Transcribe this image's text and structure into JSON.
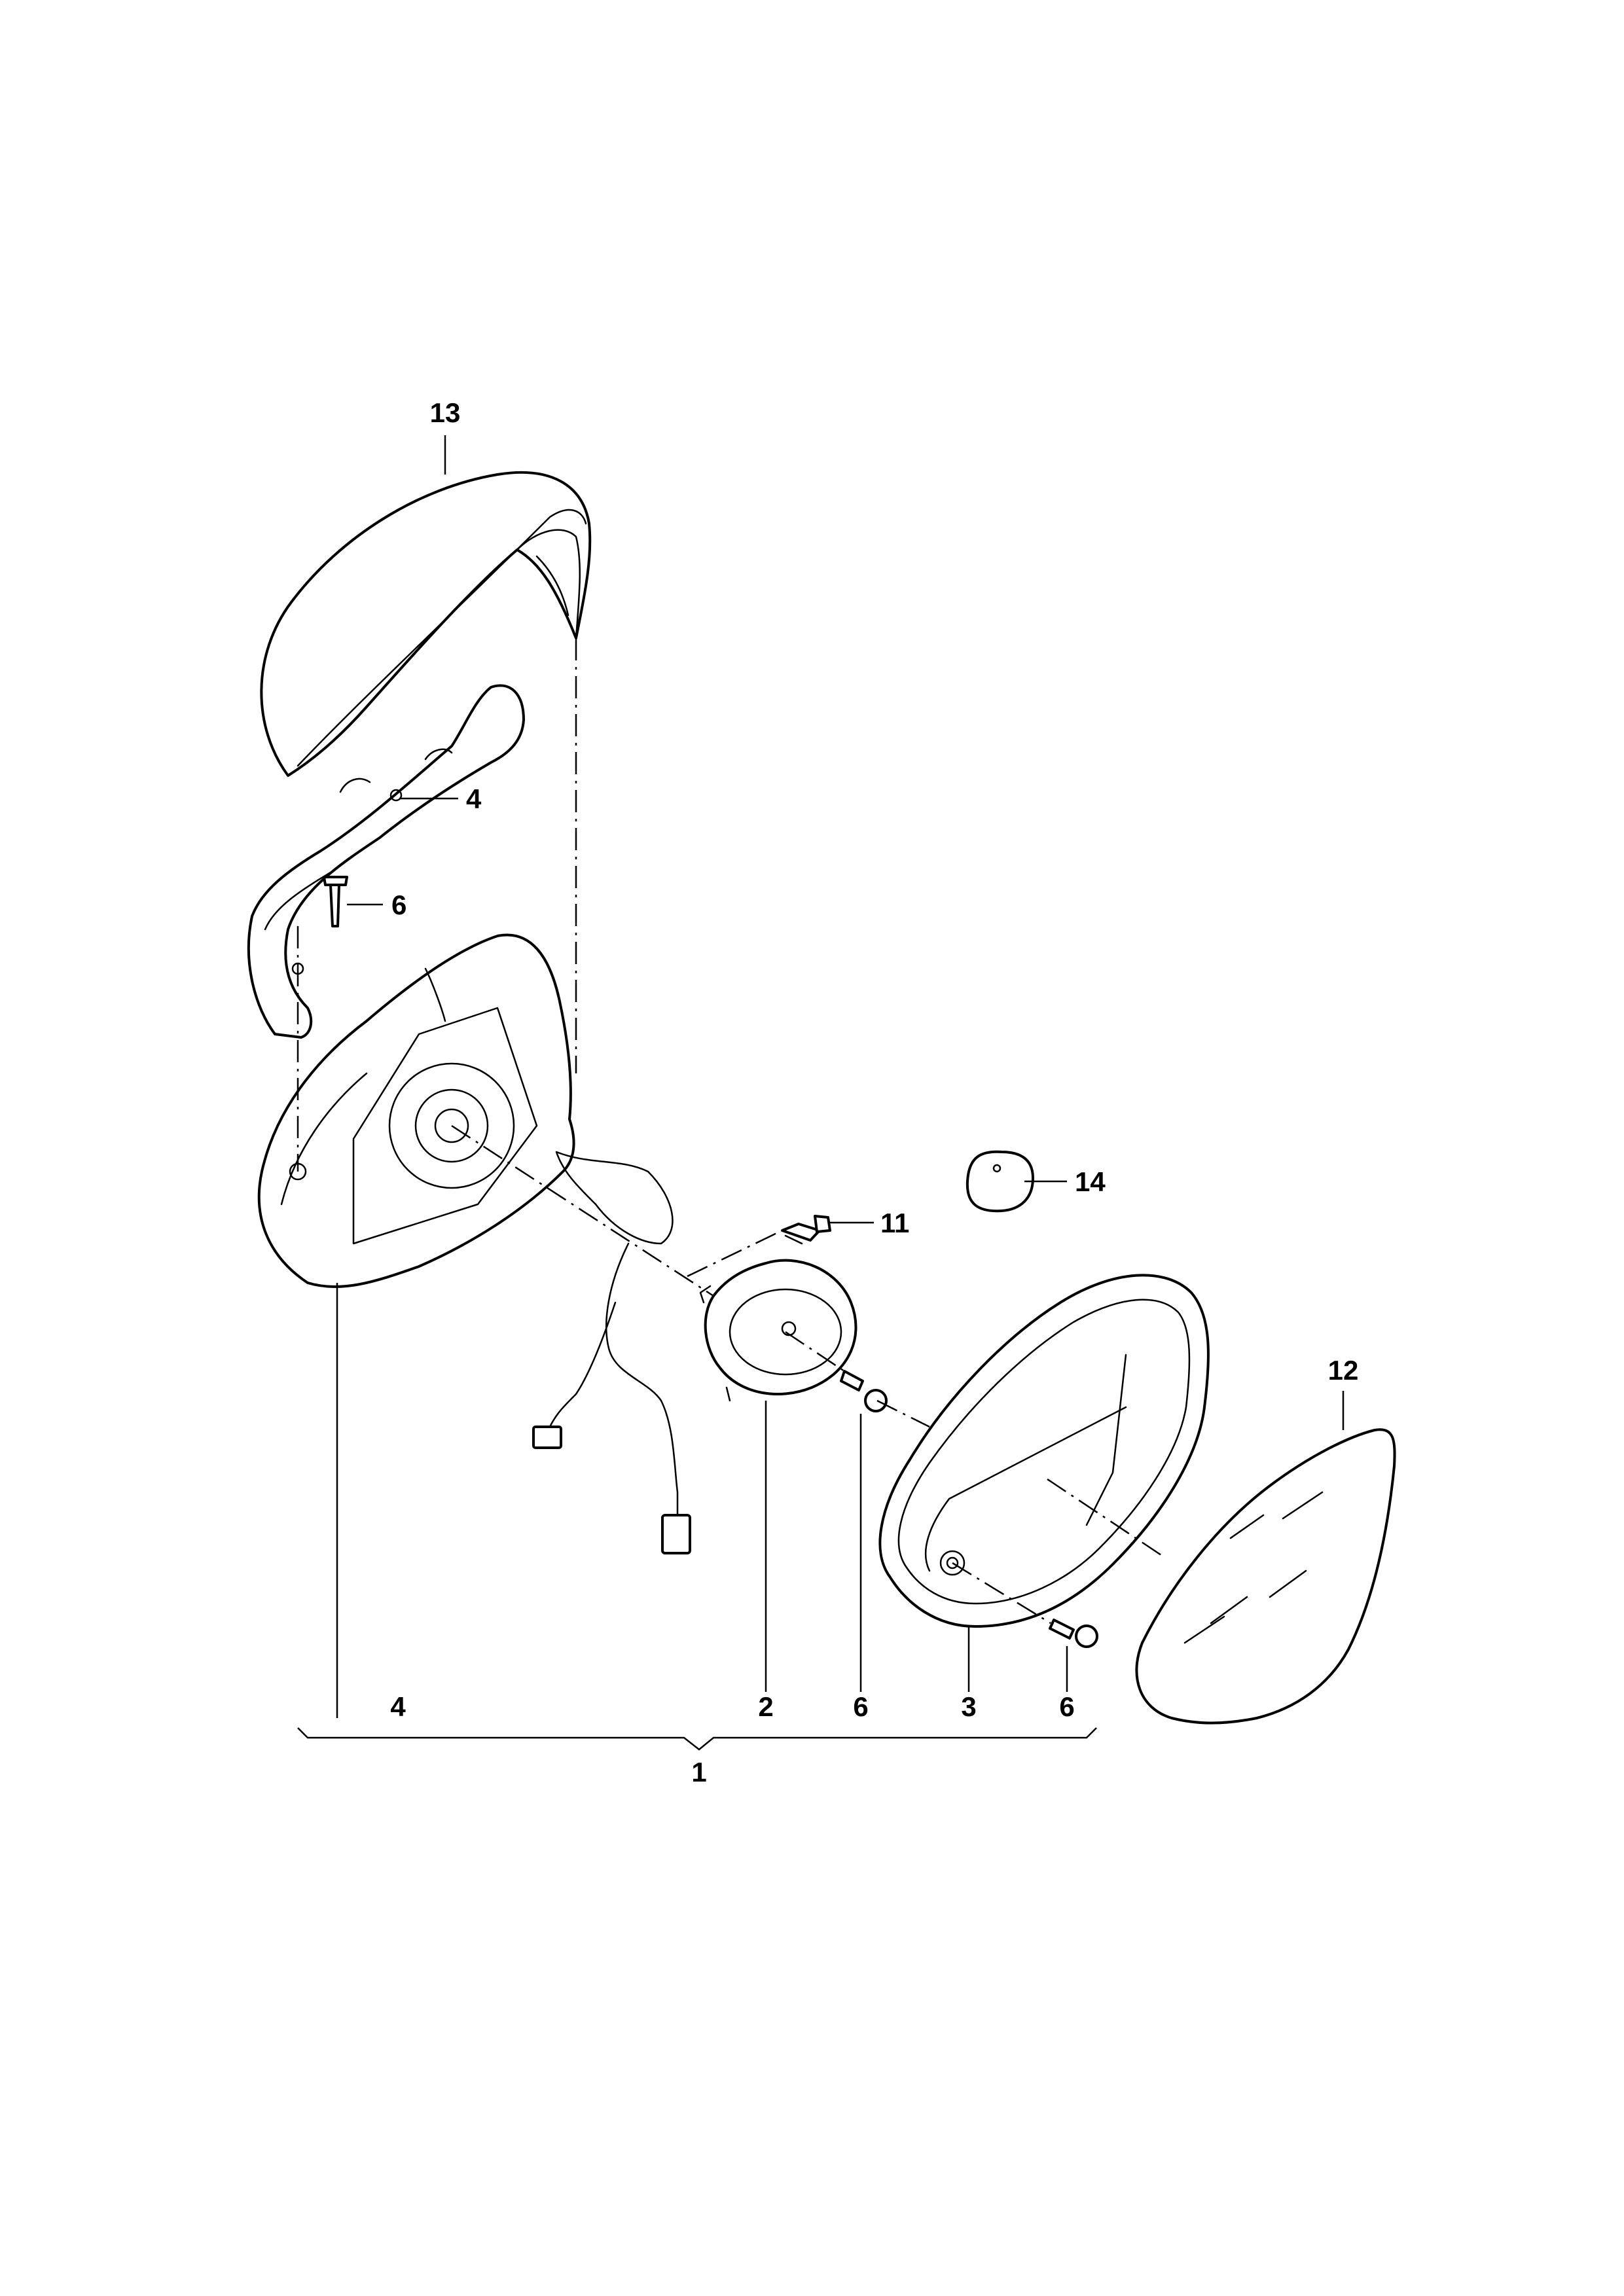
{
  "diagram": {
    "callouts": {
      "c13": "13",
      "c4_trim": "4",
      "c6_trim": "6",
      "c11": "11",
      "c14": "14",
      "c12": "12",
      "c4_bottom": "4",
      "c2": "2",
      "c6_mid": "6",
      "c3": "3",
      "c6_right": "6",
      "c1": "1"
    }
  }
}
